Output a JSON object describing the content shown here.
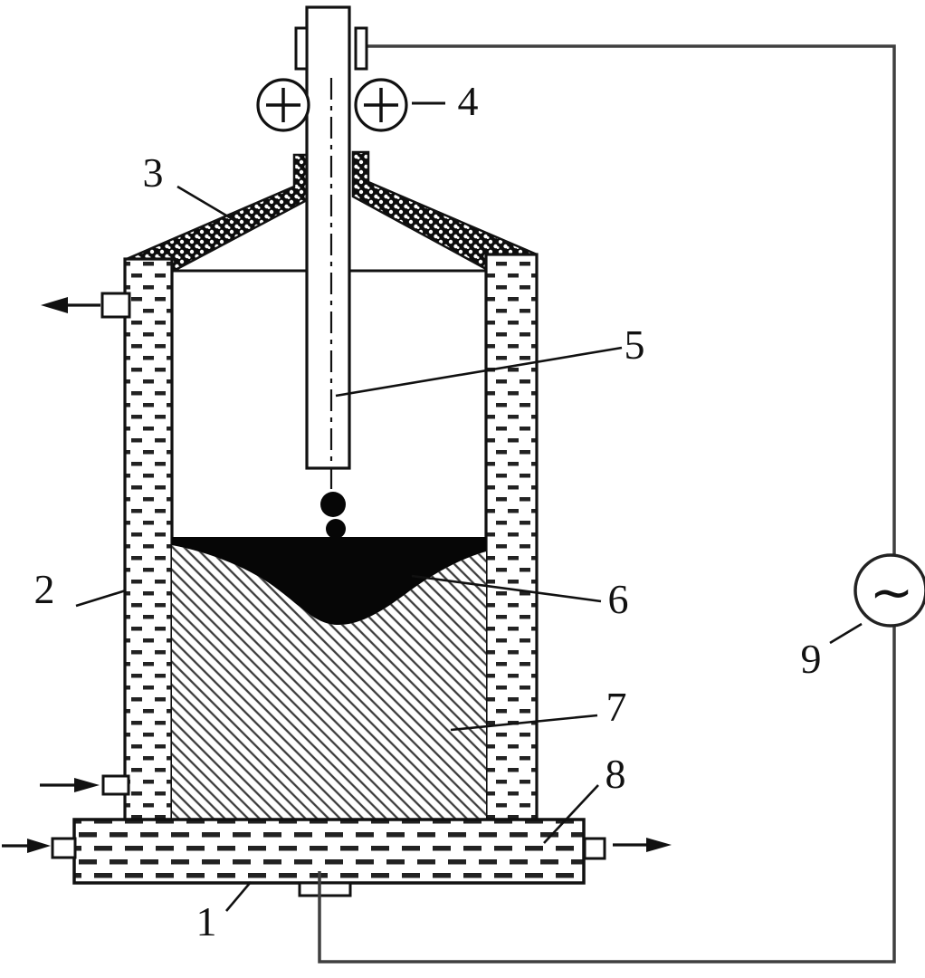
{
  "figure": {
    "kind": "line-art schematic diagram, black ink on white",
    "callout_labels": [
      "1",
      "2",
      "3",
      "4",
      "5",
      "6",
      "7",
      "8",
      "9"
    ]
  },
  "labels": {
    "l1": "1",
    "l2": "2",
    "l3": "3",
    "l4": "4",
    "l5": "5",
    "l6": "6",
    "l7": "7",
    "l8": "8",
    "l9": "9"
  },
  "symbols": {
    "ac_source": "~",
    "roller": "+"
  },
  "icons": {
    "roller": "plus-in-circle",
    "power_source": "tilde-in-circle",
    "water_flow": "filled-arrow"
  },
  "colors": {
    "ink": "#111111",
    "wire": "#3f3f3f",
    "slag_fill": "#060606",
    "hatch_line": "#3c3c3c",
    "background": "#ffffff"
  }
}
